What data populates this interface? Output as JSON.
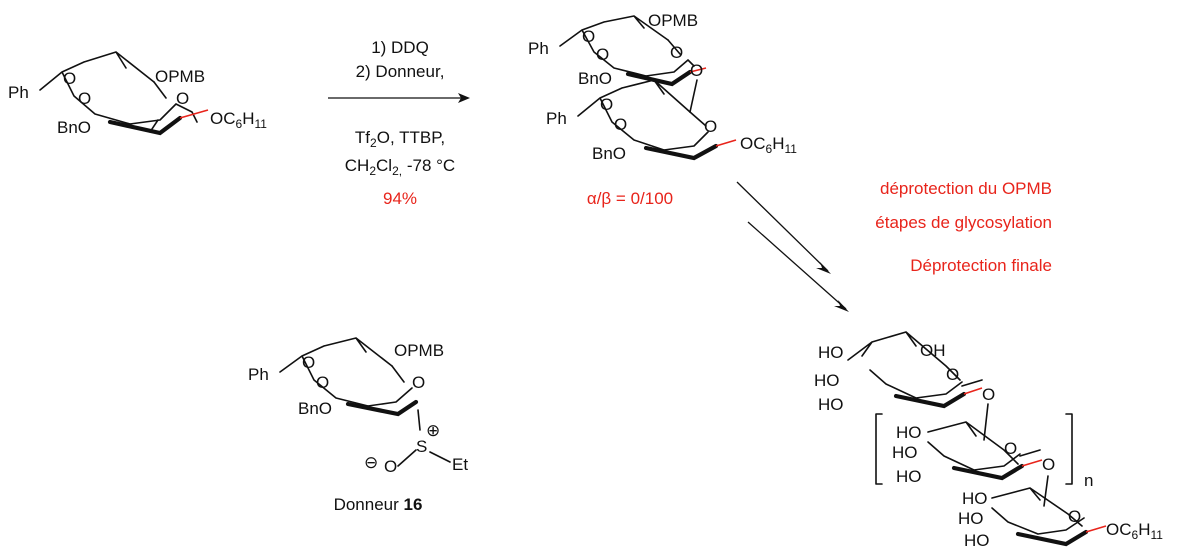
{
  "colors": {
    "ink": "#111111",
    "highlight": "#e8241b"
  },
  "reaction1": {
    "reagent_line1": "1) DDQ",
    "reagent_line2": "2) Donneur,",
    "cond_line1": "Tf",
    "cond_line1_sub": "2",
    "cond_line1_rest": "O, TTBP,",
    "cond_line2_pre": "CH",
    "cond_line2_sub1": "2",
    "cond_line2_mid": "Cl",
    "cond_line2_sub2": "2,",
    "cond_line2_rest": " -78 °C",
    "yield": "94%"
  },
  "product1": {
    "selectivity": "α/β = 0/100"
  },
  "reaction2": {
    "step1": "déprotection du OPMB",
    "step2": "étapes de glycosylation",
    "step3": "Déprotection finale"
  },
  "atoms": {
    "ph": "Ph",
    "o": "O",
    "opmb": "OPMB",
    "bno": "BnO",
    "oc6h11_pre": "OC",
    "oc6h11_sub1": "6",
    "oc6h11_mid": "H",
    "oc6h11_sub2": "11",
    "ho": "HO",
    "oh": "OH",
    "s": "S",
    "et": "Et",
    "plus": "⊕",
    "minus": "⊖",
    "n": "n"
  },
  "donor": {
    "label": "Donneur ",
    "number": "16"
  }
}
